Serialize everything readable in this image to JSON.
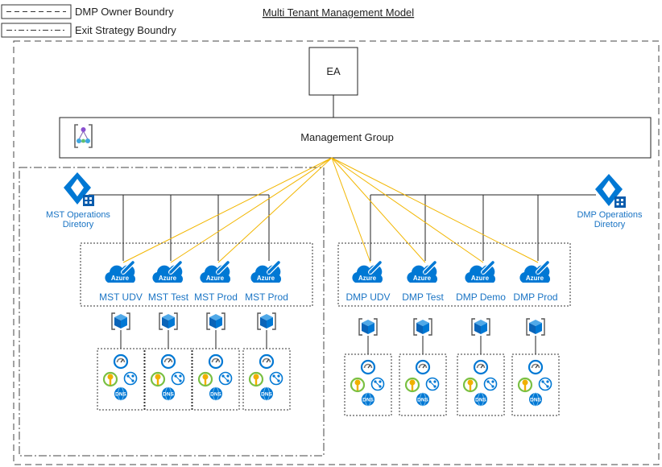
{
  "legend": {
    "owner_boundary": "DMP Owner Boundry",
    "exit_boundary": "Exit Strategy Boundry"
  },
  "title": "Multi Tenant Management Model",
  "ea_label": "EA",
  "management_group_label": "Management Group",
  "directories": {
    "mst": {
      "line1": "MST Operations",
      "line2": "Diretory"
    },
    "dmp": {
      "line1": "DMP Operations",
      "line2": "Diretory"
    }
  },
  "subscription_badge": "Azure",
  "mst_subscriptions": [
    "MST UDV",
    "MST Test",
    "MST Prod",
    "MST Prod"
  ],
  "dmp_subscriptions": [
    "DMP UDV",
    "DMP Test",
    "DMP Demo",
    "DMP Prod"
  ],
  "dns_label": "DNS",
  "colors": {
    "azure_blue": "#0078d4",
    "azure_light": "#50a9e8",
    "link_yellow": "#f2b600",
    "key_yellow": "#f0b000",
    "ring_green": "#7ac043",
    "mg_purple": "#8a4fd0",
    "text_blue": "#1a74c4"
  },
  "icons": {
    "directory": "azure-ad-directory-icon",
    "subscription": "azure-subscription-icon",
    "resource_group": "resource-group-cube-icon",
    "monitor": "monitor-gauge-icon",
    "key_vault": "key-vault-icon",
    "network": "virtual-network-icon",
    "dns": "dns-zone-icon",
    "management_group": "management-group-icon"
  }
}
